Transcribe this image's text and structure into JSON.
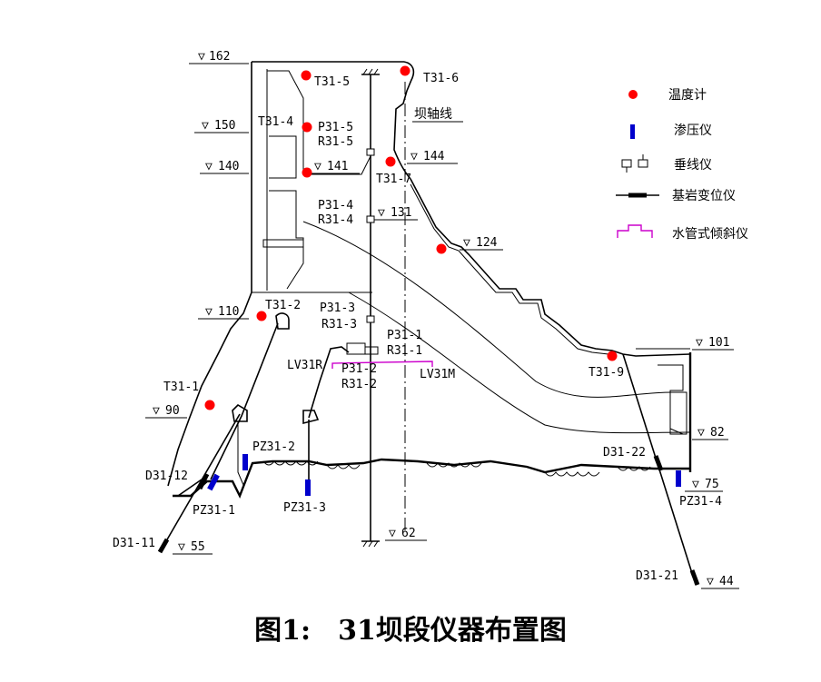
{
  "caption": "图1:　31坝段仪器布置图",
  "legend": {
    "thermometer": "温度计",
    "piezometer": "渗压仪",
    "plumb_line": "垂线仪",
    "extensometer": "基岩变位仪",
    "tiltmeter": "水管式倾斜仪"
  },
  "axis_label": "坝轴线",
  "colors": {
    "thermometer": "#ff0000",
    "piezometer": "#0000cc",
    "tiltmeter": "#cc00cc",
    "line": "#000000"
  },
  "elevations": {
    "e162": "162",
    "e150": "150",
    "e144": "144",
    "e141": "141",
    "e140": "140",
    "e131": "131",
    "e124": "124",
    "e110": "110",
    "e101": "101",
    "e90": "90",
    "e82": "82",
    "e75": "75",
    "e62": "62",
    "e55": "55",
    "e44": "44"
  },
  "instruments": {
    "T31_1": "T31-1",
    "T31_2": "T31-2",
    "T31_4": "T31-4",
    "T31_5": "T31-5",
    "T31_6": "T31-6",
    "T31_7": "T31-7",
    "T31_9": "T31-9",
    "P31_1": "P31-1",
    "R31_1": "R31-1",
    "P31_2": "P31-2",
    "R31_2": "R31-2",
    "P31_3": "P31-3",
    "R31_3": "R31-3",
    "P31_4": "P31-4",
    "R31_4": "R31-4",
    "P31_5": "P31-5",
    "R31_5": "R31-5",
    "PZ31_1": "PZ31-1",
    "PZ31_2": "PZ31-2",
    "PZ31_3": "PZ31-3",
    "PZ31_4": "PZ31-4",
    "D31_11": "D31-11",
    "D31_12": "D31-12",
    "D31_21": "D31-21",
    "D31_22": "D31-22",
    "LV31R": "LV31R",
    "LV31M": "LV31M"
  }
}
